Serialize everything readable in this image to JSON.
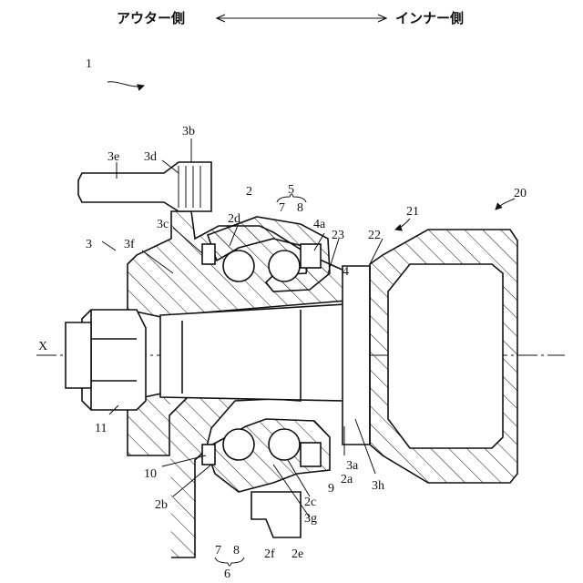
{
  "header": {
    "outer_side": "アウター側",
    "inner_side": "インナー側"
  },
  "labels": {
    "l1": "1",
    "l2": "2",
    "l2a": "2a",
    "l2b": "2b",
    "l2c": "2c",
    "l2d": "2d",
    "l2e": "2e",
    "l2f": "2f",
    "l3": "3",
    "l3a": "3a",
    "l3b": "3b",
    "l3c": "3c",
    "l3d": "3d",
    "l3e": "3e",
    "l3f": "3f",
    "l3g": "3g",
    "l3h": "3h",
    "l4": "4",
    "l4a": "4a",
    "l5": "5",
    "l6": "6",
    "l7_top": "7",
    "l8_top": "8",
    "l7_bot": "7",
    "l8_bot": "8",
    "l9": "9",
    "l10": "10",
    "l11": "11",
    "l20": "20",
    "l21": "21",
    "l22": "22",
    "l23": "23",
    "lX": "X"
  }
}
